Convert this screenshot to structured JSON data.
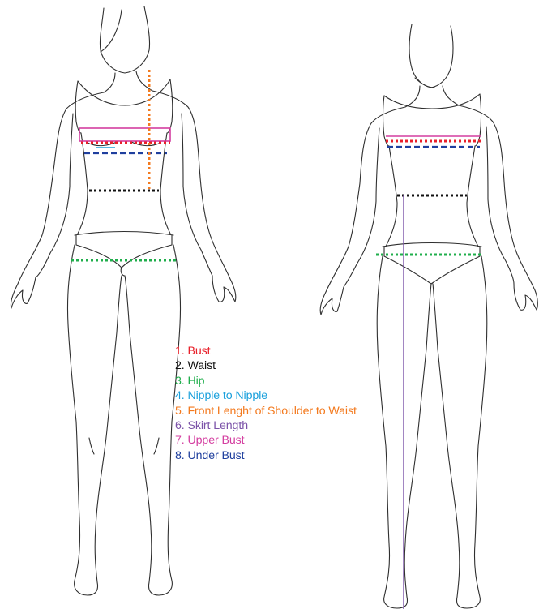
{
  "legend": {
    "items": [
      {
        "label": "1. Bust",
        "color": "#e8202a"
      },
      {
        "label": "2. Waist",
        "color": "#111111"
      },
      {
        "label": "3. Hip",
        "color": "#1fae4b"
      },
      {
        "label": "4. Nipple to Nipple",
        "color": "#1aa0dc"
      },
      {
        "label": "5. Front Lenght of Shoulder to Waist",
        "color": "#f37a1f"
      },
      {
        "label": "6. Skirt Length",
        "color": "#7b52a8"
      },
      {
        "label": "7. Upper Bust",
        "color": "#d43ea0"
      },
      {
        "label": "8. Under Bust",
        "color": "#1f3f9e"
      }
    ]
  },
  "figures": [
    "front-view",
    "back-view"
  ]
}
